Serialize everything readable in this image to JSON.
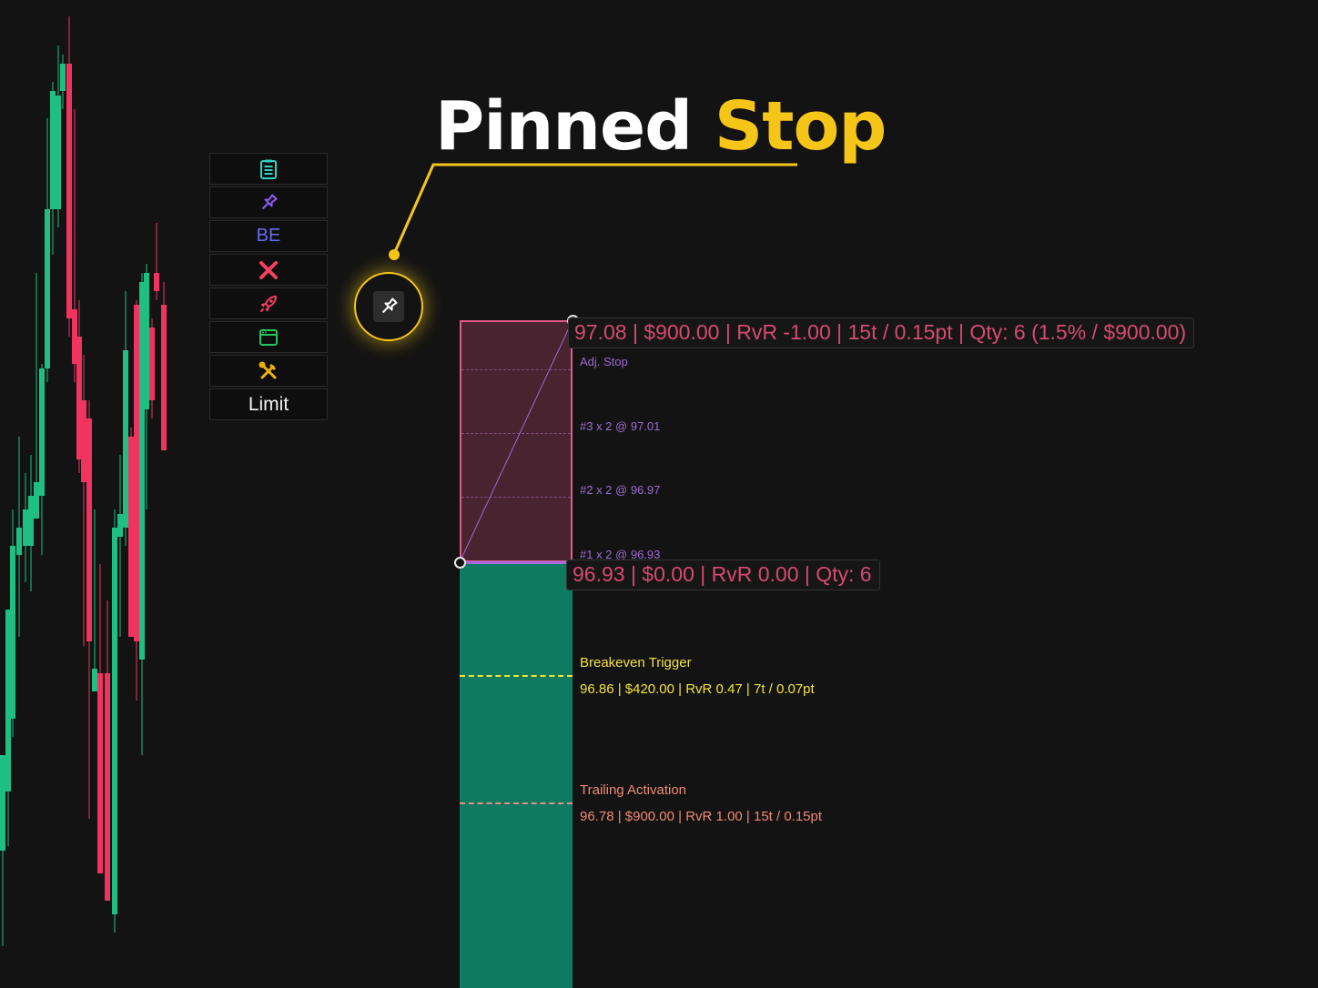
{
  "title": {
    "part1": "Pinned",
    "part2": "Stop"
  },
  "toolbar": {
    "items": [
      {
        "name": "notes-icon",
        "color": "#2dd4bf"
      },
      {
        "name": "pin-icon",
        "color": "#8b5cf6"
      },
      {
        "name": "breakeven",
        "label": "BE",
        "color": "#6366f1"
      },
      {
        "name": "close-icon",
        "color": "#f43f5e"
      },
      {
        "name": "rocket-icon",
        "color": "#f43f5e"
      },
      {
        "name": "window-icon",
        "color": "#22c55e"
      },
      {
        "name": "tools-icon",
        "color": "#eab308"
      },
      {
        "name": "limit",
        "label": "Limit",
        "color": "#ffffff"
      }
    ]
  },
  "stop_label": "97.08 | $900.00 | RvR -1.00 | 15t / 0.15pt | Qty: 6 (1.5% / $900.00)",
  "adj_stop": "Adj. Stop",
  "targets": [
    {
      "label": "#3 x 2 @ 97.01"
    },
    {
      "label": "#2 x 2 @ 96.97"
    },
    {
      "label": "#1 x 2 @ 96.93"
    }
  ],
  "entry_label": "96.93 | $0.00 | RvR 0.00 | Qty: 6",
  "breakeven": {
    "title": "Breakeven Trigger",
    "detail": "96.86 | $420.00 | RvR 0.47 | 7t / 0.07pt"
  },
  "trailing": {
    "title": "Trailing Activation",
    "detail": "96.78 | $900.00 | RvR 1.00 | 15t / 0.15pt"
  },
  "colors": {
    "bull": "#1fbf84",
    "bear": "#f0345f",
    "accent": "#f5c518"
  }
}
